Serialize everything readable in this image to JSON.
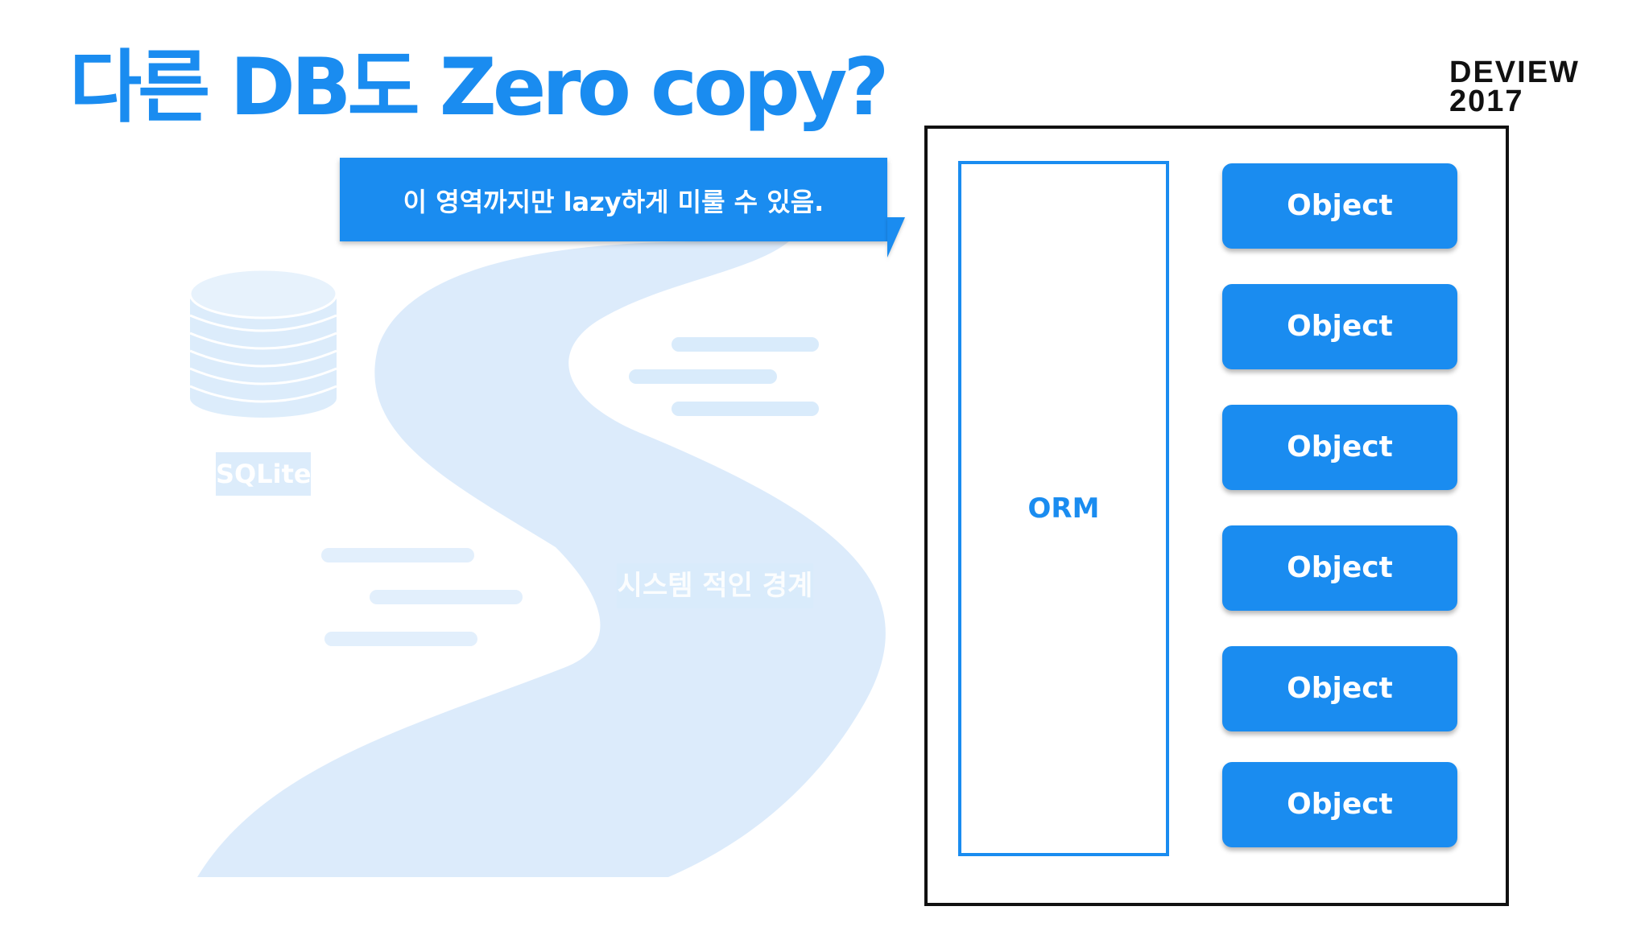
{
  "slide": {
    "title": "다른 DB도 Zero copy?",
    "logo_line1": "DEVIEW",
    "logo_line2": "2017"
  },
  "callout": {
    "text": "이 영역까지만 lazy하게 미룰 수 있음."
  },
  "background": {
    "sqlite_label": "SQLite",
    "system_boundary_label": "시스템 적인 경계",
    "database_icon": "database-icon"
  },
  "diagram": {
    "orm_label": "ORM",
    "objects": [
      "Object",
      "Object",
      "Object",
      "Object",
      "Object",
      "Object"
    ]
  },
  "colors": {
    "accent": "#1a8cf0",
    "faded_blue": "#d9ebfb",
    "frame": "#111111"
  }
}
